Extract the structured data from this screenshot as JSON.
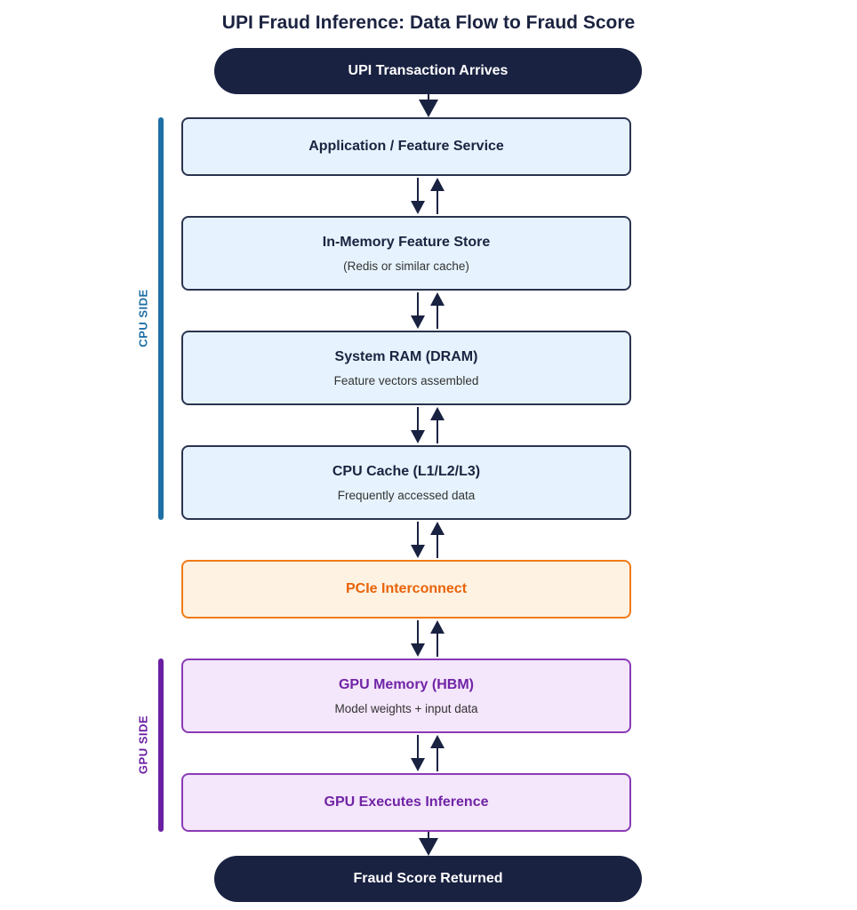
{
  "title": "UPI Fraud Inference: Data Flow to Fraud Score",
  "start": "UPI Transaction Arrives",
  "end": "Fraud Score Returned",
  "nodes": [
    {
      "main": "Application / Feature Service",
      "sub": ""
    },
    {
      "main": "In-Memory Feature Store",
      "sub": "(Redis or similar cache)"
    },
    {
      "main": "System RAM (DRAM)",
      "sub": "Feature vectors assembled"
    },
    {
      "main": "CPU Cache (L1/L2/L3)",
      "sub": "Frequently accessed data"
    },
    {
      "main": "PCIe Interconnect",
      "sub": ""
    },
    {
      "main": "GPU Memory (HBM)",
      "sub": "Model weights + input data"
    },
    {
      "main": "GPU Executes Inference",
      "sub": ""
    }
  ],
  "groups": {
    "cpu": {
      "label": "CPU SIDE",
      "color": "#1e6fa5"
    },
    "gpu": {
      "label": "GPU SIDE",
      "color": "#6a1fa2"
    }
  },
  "colors": {
    "dark": "#1a2242",
    "pcie": "#f07a16",
    "gpu": "#8a3bb5"
  }
}
